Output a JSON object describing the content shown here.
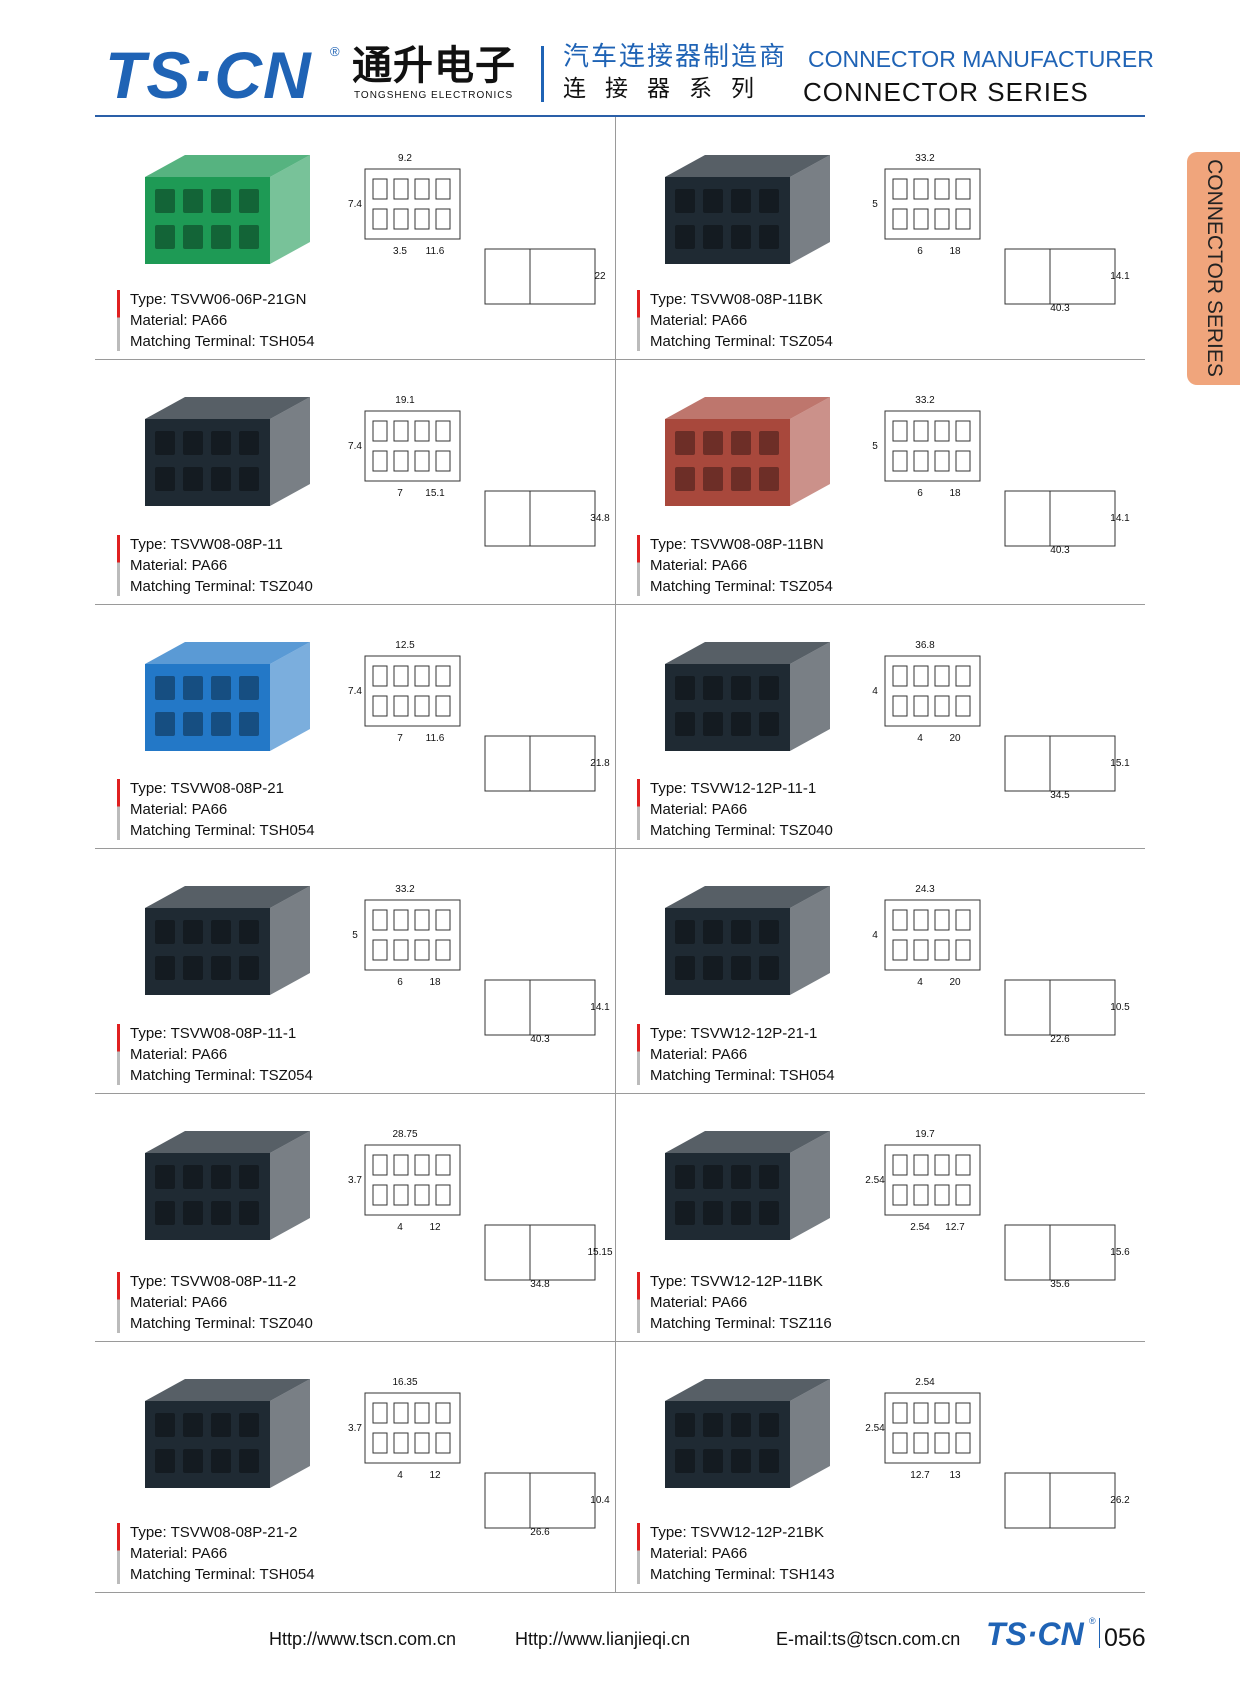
{
  "header": {
    "logo": "TS·CN",
    "registered": "®",
    "company_cn": "通升电子",
    "company_en": "TONGSHENG ELECTRONICS",
    "title_cn": "汽车连接器制造商",
    "title_en": "CONNECTOR MANUFACTURER",
    "series_cn": "连接器系列",
    "series_en": "CONNECTOR SERIES"
  },
  "side_tab": "CONNECTOR SERIES",
  "products": [
    {
      "type": "Type: TSVW06-06P-21GN",
      "material": "Material: PA66",
      "terminal": "Matching Terminal: TSH054",
      "color": "#1e9a55",
      "dims": [
        "9.2",
        "7.4",
        "3.5",
        "11.6",
        "22"
      ]
    },
    {
      "type": "Type: TSVW08-08P-11BK",
      "material": "Material: PA66",
      "terminal": "Matching Terminal: TSZ054",
      "color": "#1f2a33",
      "dims": [
        "33.2",
        "5",
        "6",
        "18",
        "14.1",
        "40.3"
      ]
    },
    {
      "type": "Type: TSVW08-08P-11",
      "material": "Material: PA66",
      "terminal": "Matching Terminal: TSZ040",
      "color": "#1f2a33",
      "dims": [
        "19.1",
        "7.4",
        "7",
        "15.1",
        "34.8"
      ]
    },
    {
      "type": "Type: TSVW08-08P-11BN",
      "material": "Material: PA66",
      "terminal": "Matching Terminal: TSZ054",
      "color": "#a8483c",
      "dims": [
        "33.2",
        "5",
        "6",
        "18",
        "14.1",
        "40.3"
      ]
    },
    {
      "type": "Type: TSVW08-08P-21",
      "material": "Material: PA66",
      "terminal": "Matching Terminal: TSH054",
      "color": "#2378c7",
      "dims": [
        "12.5",
        "7.4",
        "7",
        "11.6",
        "21.8"
      ]
    },
    {
      "type": "Type: TSVW12-12P-11-1",
      "material": "Material: PA66",
      "terminal": "Matching Terminal: TSZ040",
      "color": "#1f2a33",
      "dims": [
        "36.8",
        "4",
        "4",
        "20",
        "15.1",
        "34.5"
      ]
    },
    {
      "type": "Type: TSVW08-08P-11-1",
      "material": "Material: PA66",
      "terminal": "Matching Terminal: TSZ054",
      "color": "#1f2a33",
      "dims": [
        "33.2",
        "5",
        "6",
        "18",
        "14.1",
        "40.3"
      ]
    },
    {
      "type": "Type: TSVW12-12P-21-1",
      "material": "Material: PA66",
      "terminal": "Matching Terminal: TSH054",
      "color": "#1f2a33",
      "dims": [
        "24.3",
        "4",
        "4",
        "20",
        "10.5",
        "22.6"
      ]
    },
    {
      "type": "Type: TSVW08-08P-11-2",
      "material": "Material: PA66",
      "terminal": "Matching Terminal: TSZ040",
      "color": "#1f2a33",
      "dims": [
        "28.75",
        "3.7",
        "4",
        "12",
        "15.15",
        "34.8"
      ]
    },
    {
      "type": "Type: TSVW12-12P-11BK",
      "material": "Material: PA66",
      "terminal": "Matching Terminal: TSZ116",
      "color": "#1f2a33",
      "dims": [
        "19.7",
        "2.54",
        "2.54",
        "12.7",
        "15.6",
        "35.6"
      ]
    },
    {
      "type": "Type: TSVW08-08P-21-2",
      "material": "Material: PA66",
      "terminal": "Matching Terminal: TSH054",
      "color": "#1f2a33",
      "dims": [
        "16.35",
        "3.7",
        "4",
        "12",
        "10.4",
        "26.6"
      ]
    },
    {
      "type": "Type: TSVW12-12P-21BK",
      "material": "Material: PA66",
      "terminal": "Matching Terminal: TSH143",
      "color": "#1f2a33",
      "dims": [
        "2.54",
        "2.54",
        "12.7",
        "13",
        "26.2"
      ]
    }
  ],
  "footer": {
    "url1": "Http://www.tscn.com.cn",
    "url2": "Http://www.lianjieqi.cn",
    "email": "E-mail:ts@tscn.com.cn",
    "logo": "TS·CN",
    "registered": "®",
    "page": "056"
  }
}
